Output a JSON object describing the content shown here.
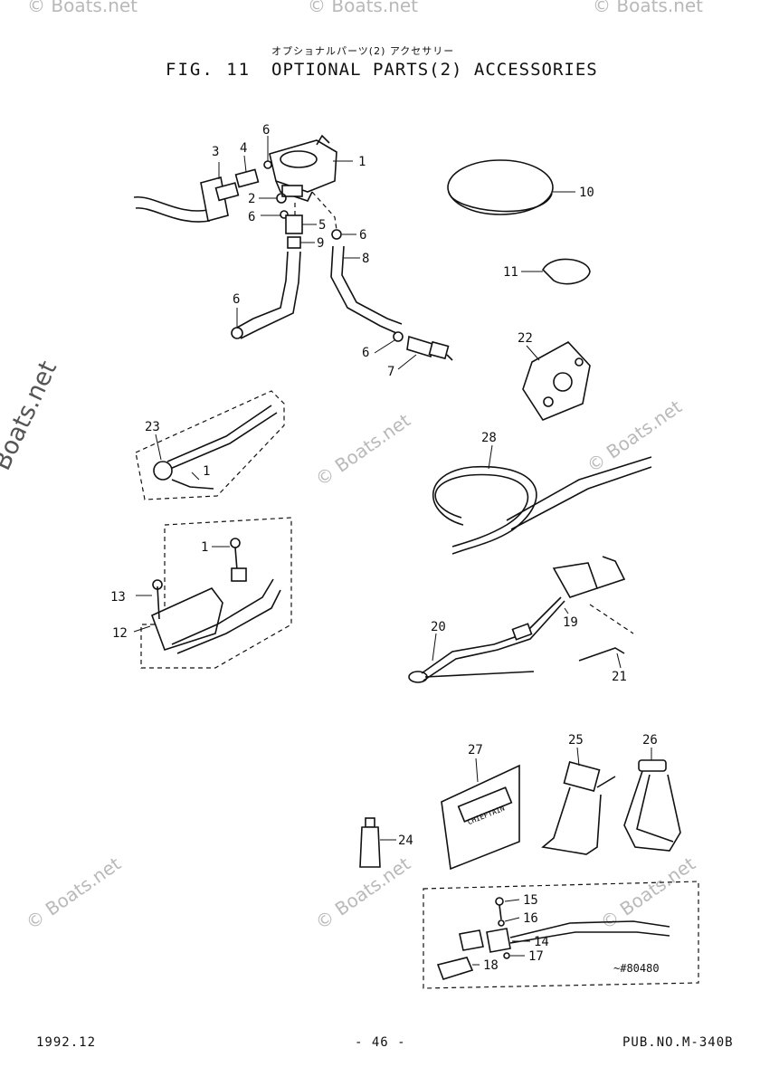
{
  "header": {
    "jp_subtitle": "オプショナルパーツ(2) アクセサリー",
    "fig_label": "FIG. 11",
    "title": "OPTIONAL PARTS(2) ACCESSORIES"
  },
  "callouts": {
    "c1a": "1",
    "c2": "2",
    "c3": "3",
    "c4": "4",
    "c5": "5",
    "c6a": "6",
    "c6b": "6",
    "c6c": "6",
    "c6d": "6",
    "c6e": "6",
    "c7": "7",
    "c8": "8",
    "c9": "9",
    "c10": "10",
    "c11": "11",
    "c22": "22",
    "c23": "23",
    "c1b": "1",
    "c28": "28",
    "c1c": "1",
    "c13": "13",
    "c12": "12",
    "c19": "19",
    "c20": "20",
    "c21": "21",
    "c27": "27",
    "c25": "25",
    "c26": "26",
    "c24": "24",
    "c15": "15",
    "c16": "16",
    "c14": "14",
    "c17": "17",
    "c18": "18"
  },
  "serial_note": "~#80480",
  "carton_logo": "CHIEFTAIN",
  "watermark": "© Boats.net",
  "footer": {
    "date": "1992.12",
    "page": "- 46 -",
    "pub_no": "PUB.NO.M-340B"
  }
}
